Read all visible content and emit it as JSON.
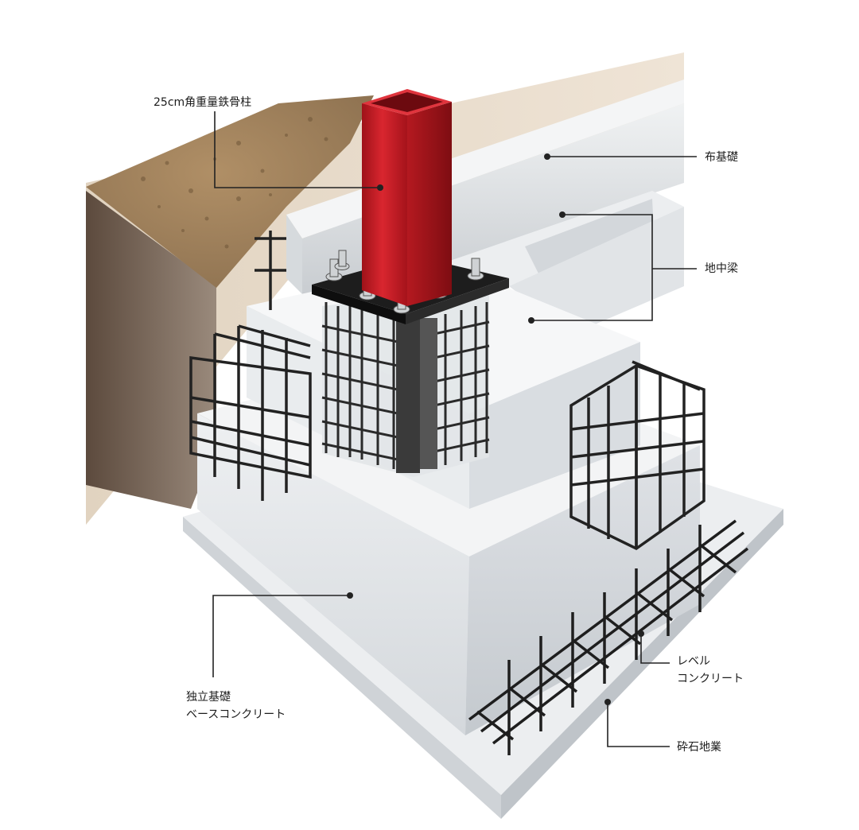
{
  "diagram": {
    "labels": {
      "column": "25cm角重量鉄骨柱",
      "strip_foundation": "布基礎",
      "grade_beam": "地中梁",
      "level_concrete_line1": "レベル",
      "level_concrete_line2": "コンクリート",
      "isolated_footing_line1": "独立基礎",
      "isolated_footing_line2": "ベースコンクリート",
      "crushed_stone": "砕石地業"
    },
    "colors": {
      "steel_column": "#c8202a",
      "base_plate": "#1c1c1c",
      "concrete": "#e6e9ec",
      "soil": "#d9c9b3",
      "gravel": "#a2835d",
      "rebar": "#222222",
      "leader_line": "#222222"
    }
  }
}
